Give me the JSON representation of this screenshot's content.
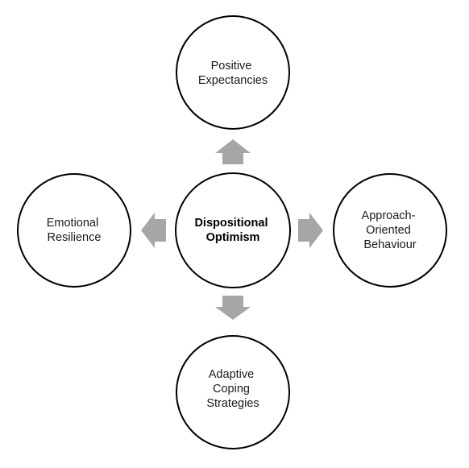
{
  "diagram": {
    "center": {
      "lines": [
        "Dispositional",
        "Optimism"
      ]
    },
    "top": {
      "lines": [
        "Positive",
        "Expectancies"
      ]
    },
    "right": {
      "lines": [
        "Approach-",
        "Oriented",
        "Behaviour"
      ]
    },
    "bottom": {
      "lines": [
        "Adaptive",
        "Coping",
        "Strategies"
      ]
    },
    "left": {
      "lines": [
        "Emotional",
        "Resilience"
      ]
    }
  },
  "colors": {
    "circle_stroke": "#000000",
    "circle_fill": "#ffffff",
    "arrow_fill": "#a6a6a6",
    "text": "#1a1a1a"
  }
}
